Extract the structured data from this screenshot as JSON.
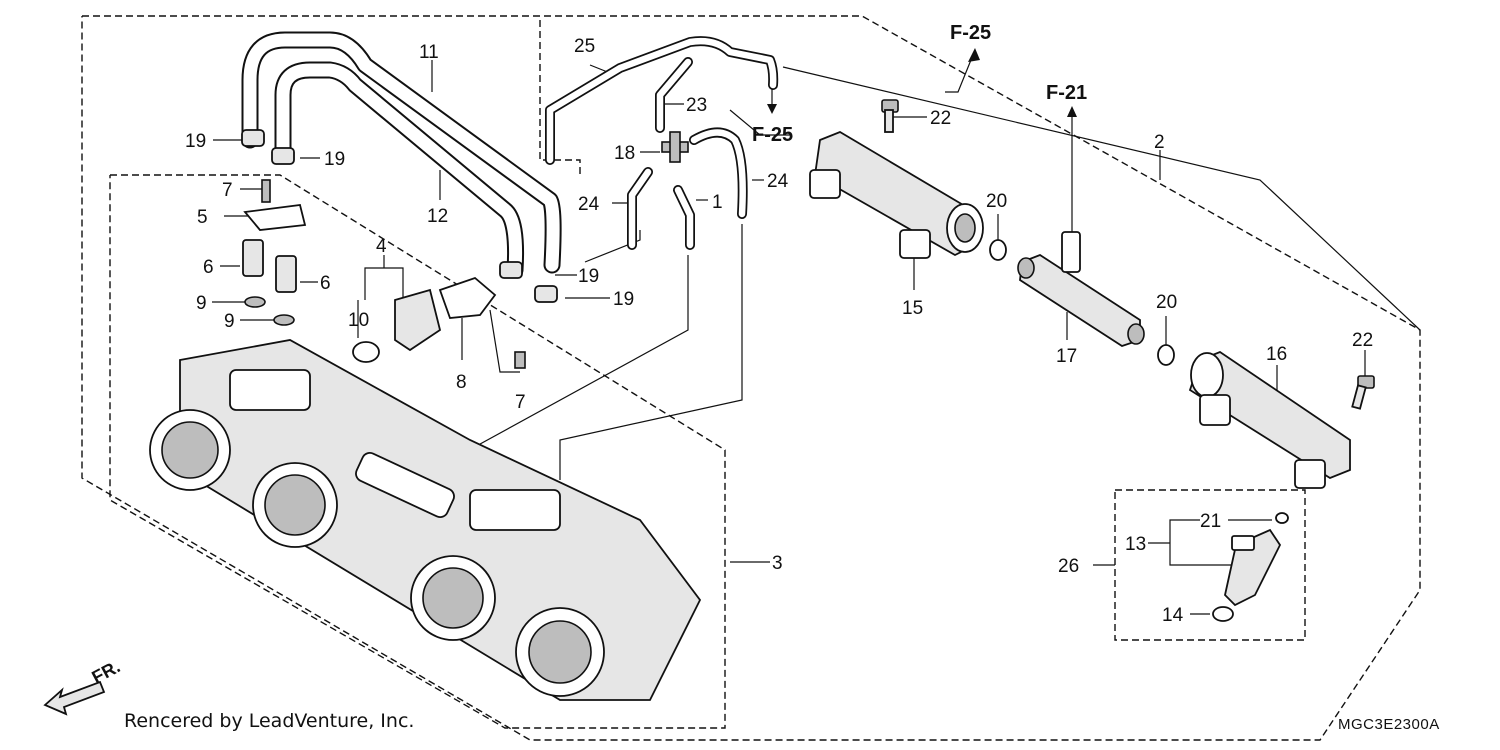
{
  "parts": [
    {
      "id": "1",
      "text": "1"
    },
    {
      "id": "2",
      "text": "2"
    },
    {
      "id": "3",
      "text": "3"
    },
    {
      "id": "4",
      "text": "4"
    },
    {
      "id": "5",
      "text": "5"
    },
    {
      "id": "6a",
      "text": "6"
    },
    {
      "id": "6b",
      "text": "6"
    },
    {
      "id": "7a",
      "text": "7"
    },
    {
      "id": "7b",
      "text": "7"
    },
    {
      "id": "8",
      "text": "8"
    },
    {
      "id": "9a",
      "text": "9"
    },
    {
      "id": "9b",
      "text": "9"
    },
    {
      "id": "10",
      "text": "10"
    },
    {
      "id": "11",
      "text": "11"
    },
    {
      "id": "12",
      "text": "12"
    },
    {
      "id": "13",
      "text": "13"
    },
    {
      "id": "14",
      "text": "14"
    },
    {
      "id": "15",
      "text": "15"
    },
    {
      "id": "16",
      "text": "16"
    },
    {
      "id": "17",
      "text": "17"
    },
    {
      "id": "18",
      "text": "18"
    },
    {
      "id": "19a",
      "text": "19"
    },
    {
      "id": "19b",
      "text": "19"
    },
    {
      "id": "19c",
      "text": "19"
    },
    {
      "id": "19d",
      "text": "19"
    },
    {
      "id": "20a",
      "text": "20"
    },
    {
      "id": "20b",
      "text": "20"
    },
    {
      "id": "21",
      "text": "21"
    },
    {
      "id": "22a",
      "text": "22"
    },
    {
      "id": "22b",
      "text": "22"
    },
    {
      "id": "23",
      "text": "23"
    },
    {
      "id": "24a",
      "text": "24"
    },
    {
      "id": "24b",
      "text": "24"
    },
    {
      "id": "25",
      "text": "25"
    },
    {
      "id": "26",
      "text": "26"
    }
  ],
  "refs": {
    "f25_top": "F-25",
    "f25_mid": "F-25",
    "f21": "F-21"
  },
  "front_indicator": "FR.",
  "credit": "Rencered by LeadVenture, Inc.",
  "diagram_code": "MGC3E2300A"
}
